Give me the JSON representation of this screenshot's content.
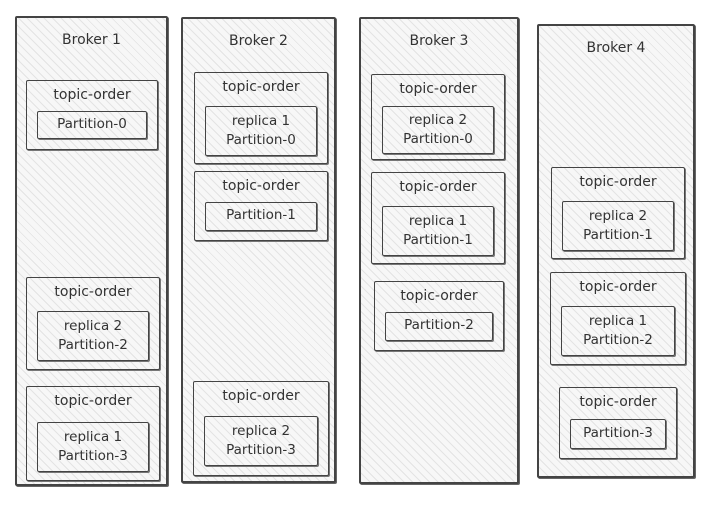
{
  "brokers": [
    {
      "title": "Broker 1",
      "topics": [
        {
          "title": "topic-order",
          "replica": "",
          "partition": "Partition-0"
        },
        {
          "title": "topic-order",
          "replica": "replica 2",
          "partition": "Partition-2"
        },
        {
          "title": "topic-order",
          "replica": "replica 1",
          "partition": "Partition-3"
        }
      ]
    },
    {
      "title": "Broker 2",
      "topics": [
        {
          "title": "topic-order",
          "replica": "replica 1",
          "partition": "Partition-0"
        },
        {
          "title": "topic-order",
          "replica": "",
          "partition": "Partition-1"
        },
        {
          "title": "topic-order",
          "replica": "replica 2",
          "partition": "Partition-3"
        }
      ]
    },
    {
      "title": "Broker 3",
      "topics": [
        {
          "title": "topic-order",
          "replica": "replica 2",
          "partition": "Partition-0"
        },
        {
          "title": "topic-order",
          "replica": "replica 1",
          "partition": "Partition-1"
        },
        {
          "title": "topic-order",
          "replica": "",
          "partition": "Partition-2"
        }
      ]
    },
    {
      "title": "Broker 4",
      "topics": [
        {
          "title": "topic-order",
          "replica": "replica 2",
          "partition": "Partition-1"
        },
        {
          "title": "topic-order",
          "replica": "replica 1",
          "partition": "Partition-2"
        },
        {
          "title": "topic-order",
          "replica": "",
          "partition": "Partition-3"
        }
      ]
    }
  ],
  "colors": {
    "stroke": "#444444",
    "text": "#333333",
    "hatch": "#8c8c8c"
  }
}
